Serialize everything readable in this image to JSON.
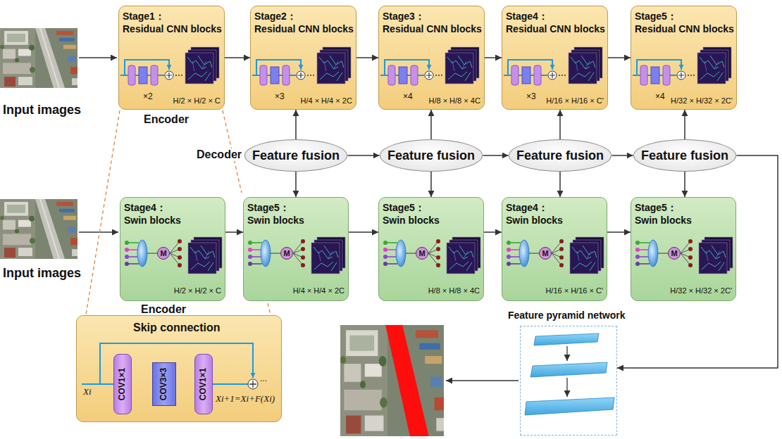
{
  "diagram": {
    "nodes": [
      {
        "text": [
          "Stage1：",
          "Residual CNN blocks",
          "×2",
          "H/2 × H/2 × C"
        ]
      },
      {
        "text": [
          "Stage2：",
          "Residual CNN blocks",
          "×3",
          "H/4 × H/4 × 2C"
        ]
      },
      {
        "text": [
          "Stage3：",
          "Residual CNN blocks",
          "×4",
          "H/8 × H/8 × 4C"
        ]
      },
      {
        "text": [
          "Stage4：",
          "Residual CNN blocks",
          "×3",
          "H/16 × H/16 × C'"
        ]
      },
      {
        "text": [
          "Stage5：",
          "Residual CNN blocks",
          "×4",
          "H/32 × H/32 × 2C'"
        ]
      },
      {
        "text": [
          "Feature fusion"
        ]
      },
      {
        "text": [
          "Feature fusion"
        ]
      },
      {
        "text": [
          "Feature fusion"
        ]
      },
      {
        "text": [
          "Feature fusion"
        ]
      },
      {
        "text": [
          "Stage4：",
          "Swin blocks",
          "H/2 × H/2 × C"
        ]
      },
      {
        "text": [
          "M"
        ],
        "in": 9
      },
      {
        "text": [
          "Stage5：",
          "Swin blocks",
          "H/4 × H/4 × 2C"
        ]
      },
      {
        "text": [
          "M"
        ],
        "in": 11
      },
      {
        "text": [
          "Stage5：",
          "Swin blocks",
          "H/8 × H/8 × 4C"
        ]
      },
      {
        "text": [
          "M"
        ],
        "in": 13
      },
      {
        "text": [
          "Stage4：",
          "Swin blocks",
          "H/16 × H/16 × C'"
        ]
      },
      {
        "text": [
          "M"
        ],
        "in": 15
      },
      {
        "text": [
          "Stage5：",
          "Swin blocks",
          "H/32 × H/32 × 2C'"
        ]
      },
      {
        "text": [
          "M"
        ],
        "in": 17
      },
      {
        "text": [
          "Skip connection"
        ]
      },
      {
        "text": [
          "COV1×1"
        ],
        "in": 19
      },
      {
        "text": [
          "COV3×3"
        ],
        "in": 19
      },
      {
        "text": [
          "COV1×1"
        ],
        "in": 19
      },
      {
        "text": [
          "Feature pyramid network"
        ]
      }
    ],
    "edges": [
      {
        "from": 0,
        "to": 1,
        "arrow": "to"
      },
      {
        "from": 1,
        "to": 2,
        "arrow": "to"
      },
      {
        "from": 2,
        "to": 3,
        "arrow": "to"
      },
      {
        "from": 3,
        "to": 4,
        "arrow": "to"
      },
      {
        "from": 5,
        "to": 1,
        "arrow": "to"
      },
      {
        "from": 5,
        "to": 11,
        "arrow": "to"
      },
      {
        "from": 6,
        "to": 2,
        "arrow": "to"
      },
      {
        "from": 6,
        "to": 13,
        "arrow": "to"
      },
      {
        "from": 7,
        "to": 3,
        "arrow": "to"
      },
      {
        "from": 7,
        "to": 15,
        "arrow": "to"
      },
      {
        "from": 8,
        "to": 4,
        "arrow": "to"
      },
      {
        "from": 8,
        "to": 17,
        "arrow": "to"
      },
      {
        "from": 5,
        "to": 6,
        "arrow": "to"
      },
      {
        "from": 6,
        "to": 7,
        "arrow": "to"
      },
      {
        "from": 7,
        "to": 8,
        "arrow": "to"
      },
      {
        "from": 9,
        "to": 11,
        "arrow": "to"
      },
      {
        "from": 11,
        "to": 13,
        "arrow": "to"
      },
      {
        "from": 13,
        "to": 15,
        "arrow": "to"
      },
      {
        "from": 15,
        "to": 17,
        "arrow": "to"
      },
      {
        "from": 8,
        "to": 23,
        "arrow": "to"
      },
      {
        "from": 20,
        "to": 21,
        "arrow": "none"
      },
      {
        "from": 21,
        "to": 22,
        "arrow": "none"
      }
    ],
    "labels": [
      "Input images",
      "Encoder",
      "Decoder",
      "Input images",
      "Encoder",
      "Xi",
      "Xi+1=Xi+F(Xi)",
      "..."
    ]
  }
}
